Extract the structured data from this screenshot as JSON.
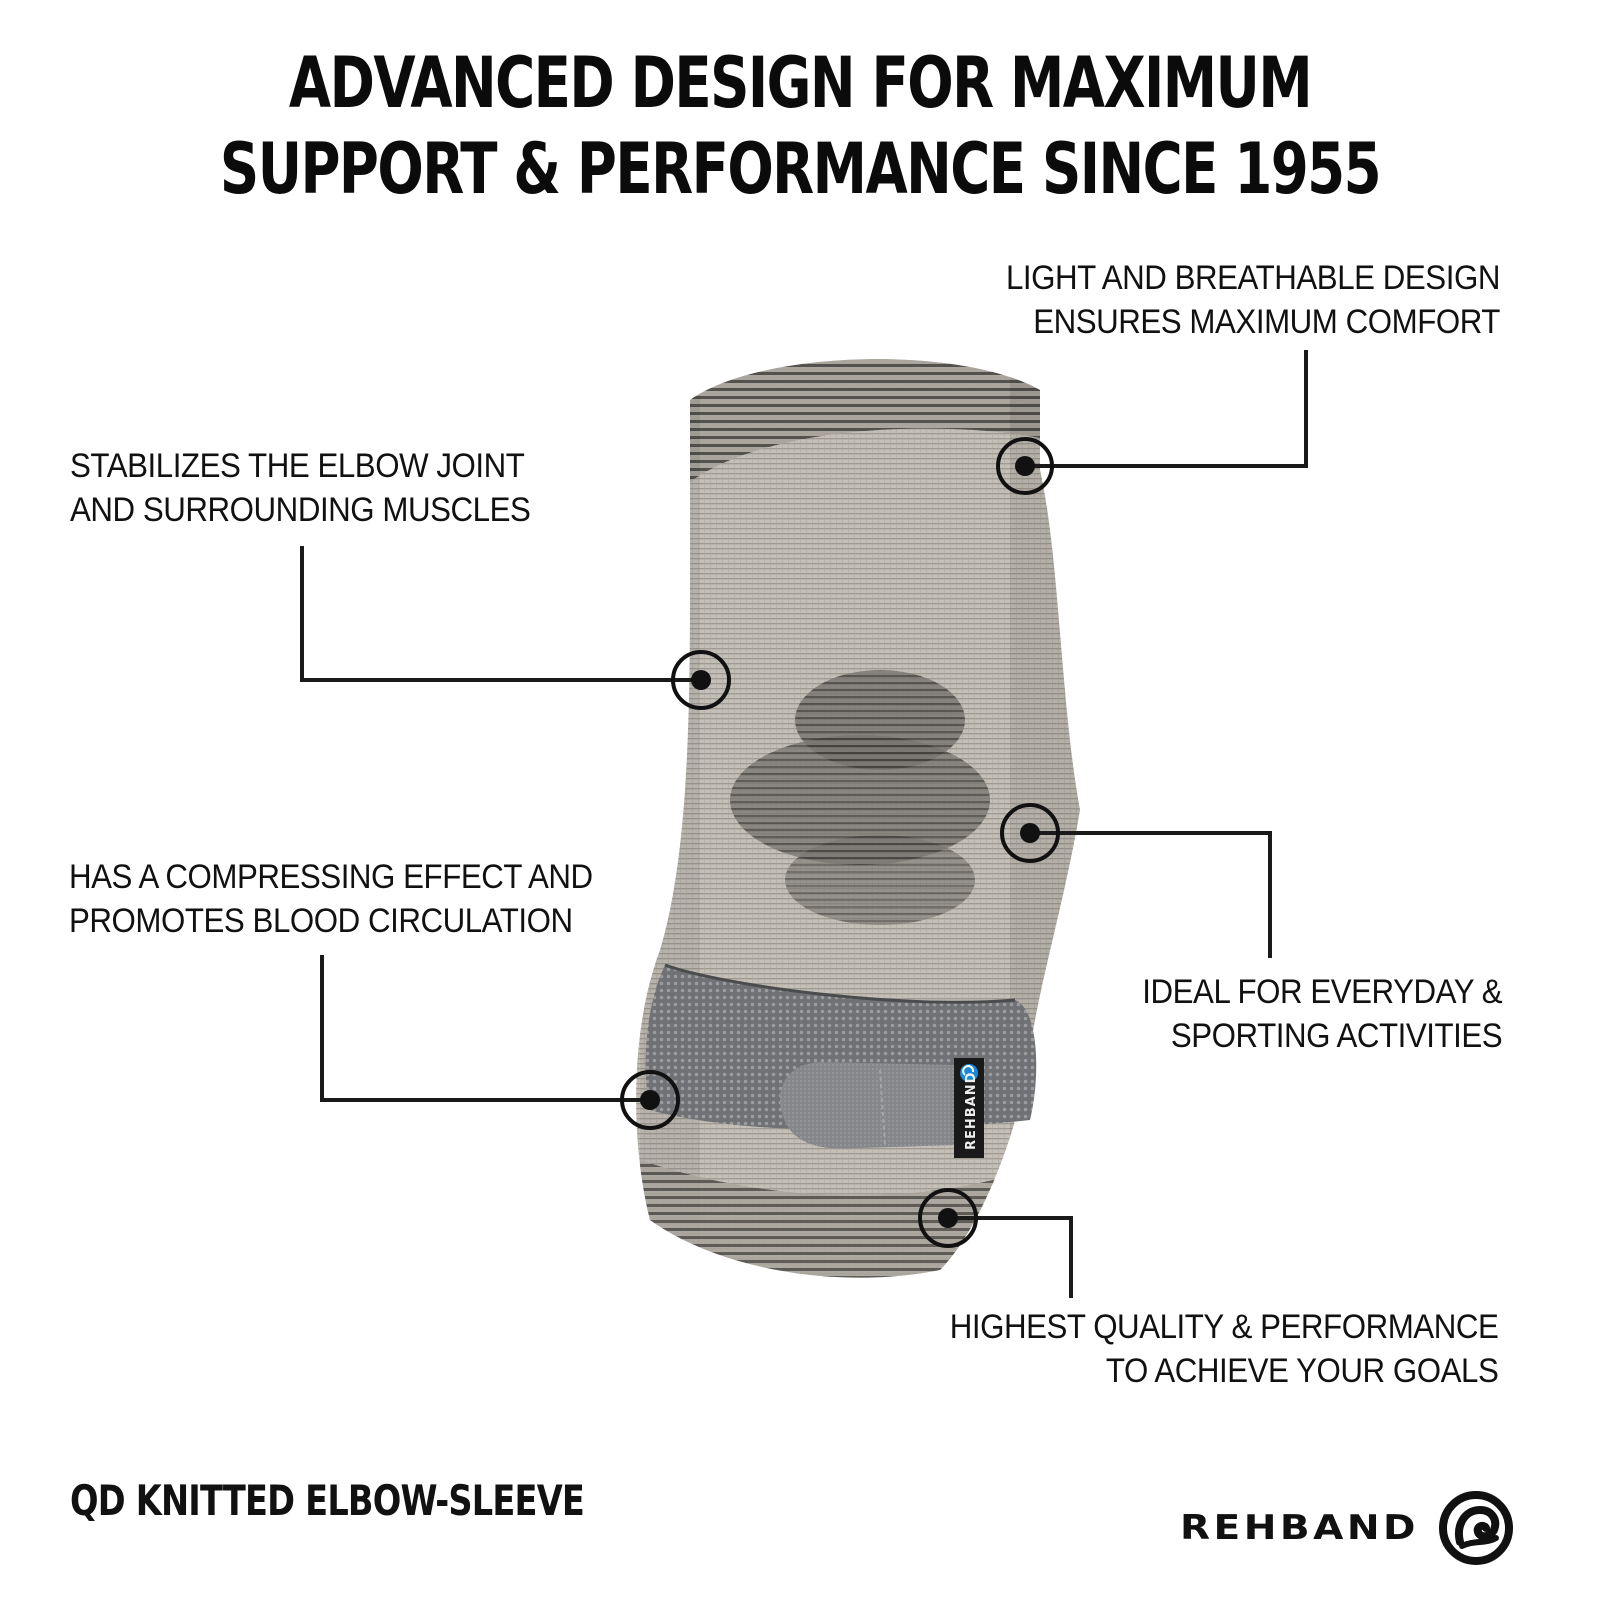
{
  "headline": {
    "line1": "ADVANCED DESIGN FOR MAXIMUM",
    "line2": "SUPPORT & PERFORMANCE SINCE 1955"
  },
  "features": {
    "breathable": {
      "line1": "LIGHT AND BREATHABLE DESIGN",
      "line2": "ENSURES MAXIMUM COMFORT"
    },
    "stabilizes": {
      "line1": "STABILIZES THE ELBOW JOINT",
      "line2": "AND SURROUNDING MUSCLES"
    },
    "compressing": {
      "line1": "HAS A COMPRESSING EFFECT AND",
      "line2": "PROMOTES BLOOD CIRCULATION"
    },
    "everyday": {
      "line1": "IDEAL FOR EVERYDAY &",
      "line2": "SPORTING ACTIVITIES"
    },
    "quality": {
      "line1": "HIGHEST QUALITY & PERFORMANCE",
      "line2": "TO ACHIEVE YOUR GOALS"
    }
  },
  "product": {
    "name": "QD KNITTED ELBOW-SLEEVE"
  },
  "brand": {
    "name": "REHBAND",
    "strap_label": "REHBAND",
    "icon": "rehband-logo-icon"
  },
  "colors": {
    "text": "#111111",
    "sleeve_light": "#bdb8b0",
    "sleeve_dark": "#55534f",
    "strap": "#6e6f72",
    "tab": "#8a8b8e",
    "label_bg": "#1a1a1a",
    "logo_blue": "#1a8ad6"
  }
}
